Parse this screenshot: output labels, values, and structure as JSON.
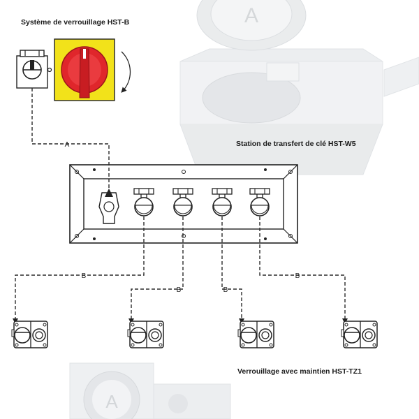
{
  "labels": {
    "switch_system": "Système de verrouillage HST-B",
    "transfer_station": "Station de transfert de clé HST-W5",
    "hold_lock": "Verrouillage avec maintien HST-TZ1"
  },
  "connections": {
    "primary": "A",
    "secondary": "B"
  },
  "colors": {
    "switch_plate": "#f2e21a",
    "switch_knob": "#e0262b",
    "line": "#2a2a2a",
    "ghost_product": "#e6e8ea"
  },
  "panel": {
    "key_slots": 4
  }
}
